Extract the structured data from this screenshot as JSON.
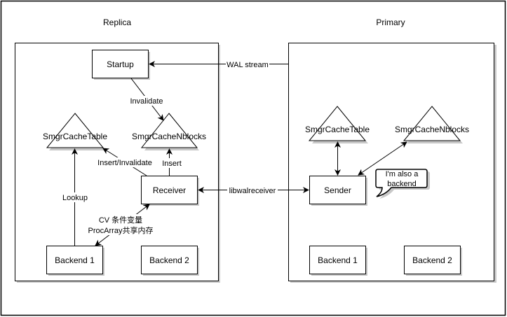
{
  "diagram": {
    "replica": {
      "title": "Replica",
      "nodes": {
        "startup": "Startup",
        "smgr_cache_table": "SmgrCacheTable",
        "smgr_cache_nblocks": "SmgrCacheNblocks",
        "receiver": "Receiver",
        "backend1": "Backend 1",
        "backend2": "Backend 2"
      },
      "edges": {
        "invalidate": "Invalidate",
        "insert_invalidate": "Insert/Invalidate",
        "insert": "Insert",
        "lookup": "Lookup",
        "cv_line1": "CV 条件变量",
        "cv_line2": "ProcArray共享内存"
      }
    },
    "primary": {
      "title": "Primary",
      "nodes": {
        "smgr_cache_table": "SmgrCacheTable",
        "smgr_cache_nblocks": "SmgrCacheNblocks",
        "sender": "Sender",
        "backend1": "Backend 1",
        "backend2": "Backend 2"
      },
      "callout_line1": "I'm also a",
      "callout_line2": "backend"
    },
    "cross_edges": {
      "wal_stream": "WAL stream",
      "libwalreceiver": "libwalreceiver"
    }
  }
}
